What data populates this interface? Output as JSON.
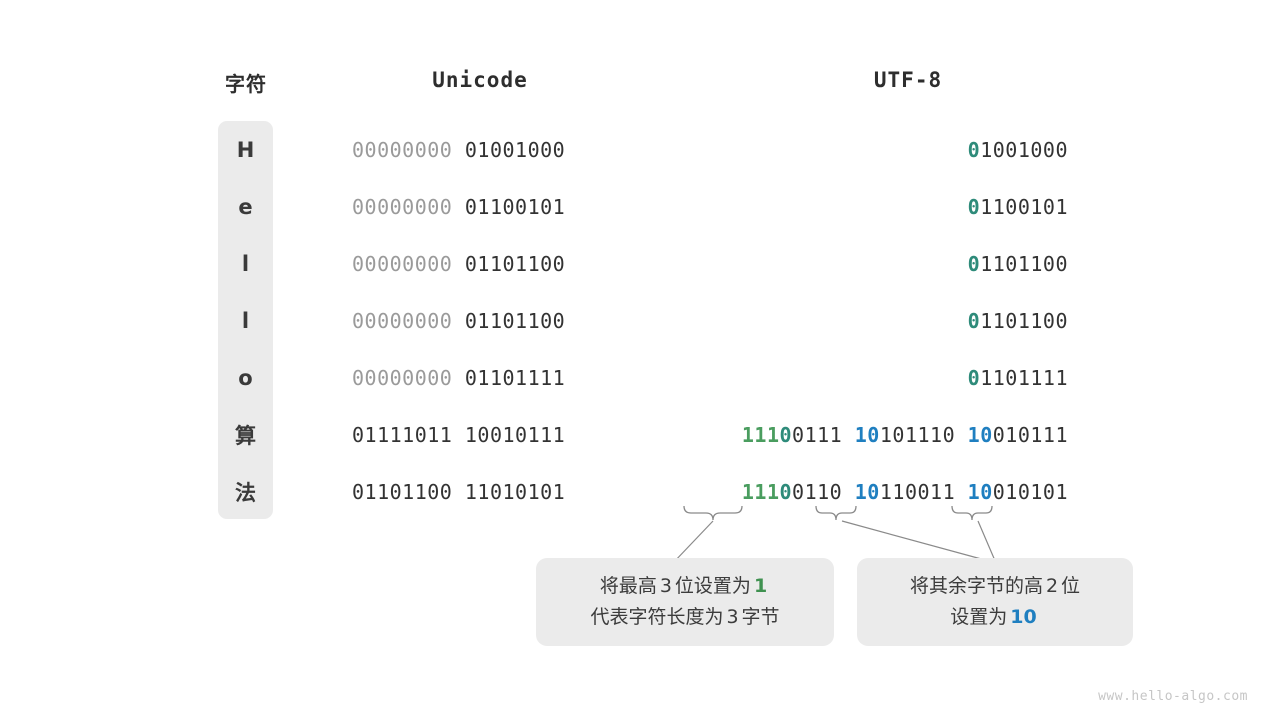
{
  "headers": {
    "character": "字符",
    "unicode": "Unicode",
    "utf8": "UTF-8"
  },
  "rows": [
    {
      "char": "H",
      "unicode_segments": [
        {
          "text": "00000000",
          "style": "dim"
        },
        {
          "text": " ",
          "style": "dark"
        },
        {
          "text": "01001000",
          "style": "dark"
        }
      ],
      "utf8_segments": [
        {
          "text": "0",
          "style": "teal"
        },
        {
          "text": "1001000",
          "style": "dark"
        }
      ]
    },
    {
      "char": "e",
      "unicode_segments": [
        {
          "text": "00000000",
          "style": "dim"
        },
        {
          "text": " ",
          "style": "dark"
        },
        {
          "text": "01100101",
          "style": "dark"
        }
      ],
      "utf8_segments": [
        {
          "text": "0",
          "style": "teal"
        },
        {
          "text": "1100101",
          "style": "dark"
        }
      ]
    },
    {
      "char": "l",
      "unicode_segments": [
        {
          "text": "00000000",
          "style": "dim"
        },
        {
          "text": " ",
          "style": "dark"
        },
        {
          "text": "01101100",
          "style": "dark"
        }
      ],
      "utf8_segments": [
        {
          "text": "0",
          "style": "teal"
        },
        {
          "text": "1101100",
          "style": "dark"
        }
      ]
    },
    {
      "char": "l",
      "unicode_segments": [
        {
          "text": "00000000",
          "style": "dim"
        },
        {
          "text": " ",
          "style": "dark"
        },
        {
          "text": "01101100",
          "style": "dark"
        }
      ],
      "utf8_segments": [
        {
          "text": "0",
          "style": "teal"
        },
        {
          "text": "1101100",
          "style": "dark"
        }
      ]
    },
    {
      "char": "o",
      "unicode_segments": [
        {
          "text": "00000000",
          "style": "dim"
        },
        {
          "text": " ",
          "style": "dark"
        },
        {
          "text": "01101111",
          "style": "dark"
        }
      ],
      "utf8_segments": [
        {
          "text": "0",
          "style": "teal"
        },
        {
          "text": "1101111",
          "style": "dark"
        }
      ]
    },
    {
      "char": "算",
      "unicode_segments": [
        {
          "text": "01111011",
          "style": "dark"
        },
        {
          "text": " ",
          "style": "dark"
        },
        {
          "text": "10010111",
          "style": "dark"
        }
      ],
      "utf8_segments": [
        {
          "text": "111",
          "style": "green"
        },
        {
          "text": "0",
          "style": "teal"
        },
        {
          "text": "0111 ",
          "style": "dark"
        },
        {
          "text": "10",
          "style": "blue"
        },
        {
          "text": "101110 ",
          "style": "dark"
        },
        {
          "text": "10",
          "style": "blue"
        },
        {
          "text": "010111",
          "style": "dark"
        }
      ]
    },
    {
      "char": "法",
      "unicode_segments": [
        {
          "text": "01101100",
          "style": "dark"
        },
        {
          "text": " ",
          "style": "dark"
        },
        {
          "text": "11010101",
          "style": "dark"
        }
      ],
      "utf8_segments": [
        {
          "text": "111",
          "style": "green"
        },
        {
          "text": "0",
          "style": "teal"
        },
        {
          "text": "0110 ",
          "style": "dark"
        },
        {
          "text": "10",
          "style": "blue"
        },
        {
          "text": "110011 ",
          "style": "dark"
        },
        {
          "text": "10",
          "style": "blue"
        },
        {
          "text": "010101",
          "style": "dark"
        }
      ]
    }
  ],
  "callouts": {
    "leading_byte": {
      "line1_before": "将最高",
      "line1_count": "3",
      "line1_middle": "位设置为",
      "line1_value": "1",
      "line2_before": "代表字符长度为",
      "line2_count": "3",
      "line2_after": "字节"
    },
    "continuation_byte": {
      "line1_before": "将其余字节的高",
      "line1_count": "2",
      "line1_after": "位",
      "line2_before": "设置为",
      "line2_value": "10"
    }
  },
  "watermark": "www.hello-algo.com",
  "colors": {
    "green": "#4a9d5f",
    "teal": "#2e8b7a",
    "blue": "#1f7fc0",
    "dim": "#9a9a9a",
    "dark": "#333333",
    "panel": "#ebebeb",
    "connector": "#8a8a8a"
  }
}
